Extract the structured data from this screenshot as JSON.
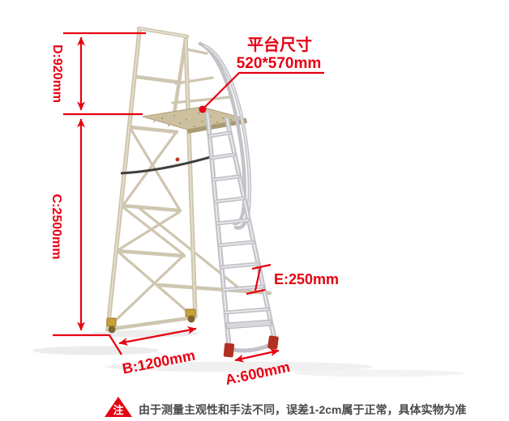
{
  "colors": {
    "dimension_red": "#e60012",
    "note_text_gray": "#4a4a4a",
    "aluminum_silver": "#c2c2c8",
    "frame_beige": "#cfc6b0",
    "foot_cap_red": "#b23022",
    "caster_brass": "#c7a13a"
  },
  "dimensions": {
    "d": {
      "label": "D:920mm"
    },
    "c": {
      "label": "C:2500mm"
    },
    "e": {
      "label": "E:250mm"
    },
    "b": {
      "label": "B:1200mm"
    },
    "a": {
      "label": "A:600mm"
    },
    "platform": {
      "title": "平台尺寸",
      "size": "520*570mm"
    }
  },
  "note": {
    "badge": "注",
    "text": "由于测量主观性和手法不同，误差1-2cm属于正常，具体实物为准"
  }
}
